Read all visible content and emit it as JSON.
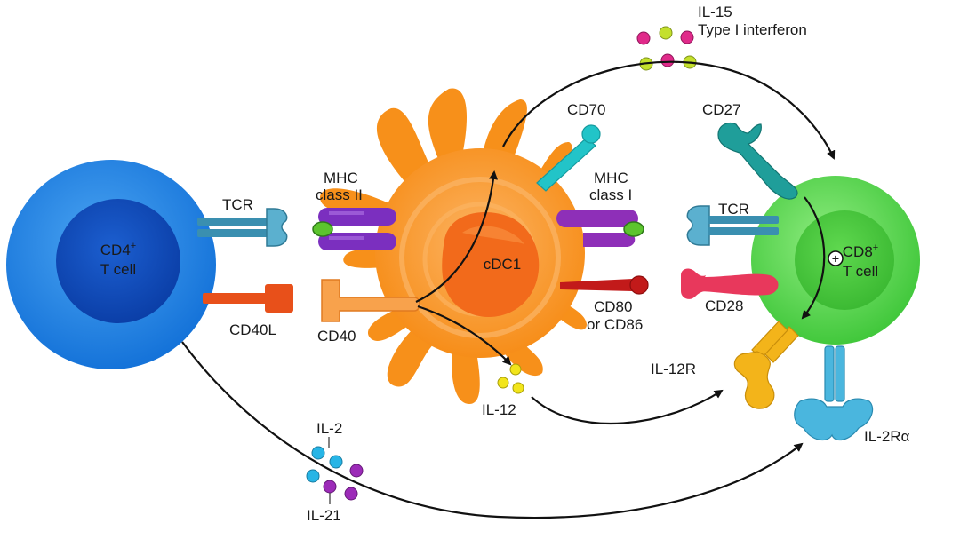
{
  "cells": {
    "cd4": {
      "label_main": "CD4",
      "label_sup": "+",
      "label_line2": "T cell"
    },
    "cdc1": {
      "label": "cDC1"
    },
    "cd8": {
      "label_main": "CD8",
      "label_sup": "+",
      "label_line2": "T cell"
    }
  },
  "molecules": {
    "tcr_cd4": "TCR",
    "mhc_class_ii_line1": "MHC",
    "mhc_class_ii_line2": "class II",
    "cd40l": "CD40L",
    "cd40": "CD40",
    "cd70": "CD70",
    "mhc_class_i_line1": "MHC",
    "mhc_class_i_line2": "class I",
    "cd80_line1": "CD80",
    "cd80_line2": "or CD86",
    "cd27": "CD27",
    "tcr_cd8": "TCR",
    "cd28": "CD28",
    "il12r": "IL-12R",
    "il2ra": "IL-2Rα",
    "plus_sign": "+"
  },
  "cytokines": {
    "il15": "IL-15",
    "type1_ifn": "Type I interferon",
    "il12": "IL-12",
    "il2": "IL-2",
    "il21": "IL-21"
  },
  "colors": {
    "cd4_cell": "#1f7fe0",
    "cd4_nucleus": "#0d47b8",
    "dc_body": "#f7921e",
    "dc_nucleus": "#f26a1b",
    "cd8_cell": "#5cd651",
    "mhc_ii": "#7b2fbf",
    "mhc_i": "#8e2fb8",
    "tcr": "#3a8fb0",
    "cd40l": "#e8501a",
    "cd40": "#f8a24c",
    "cd70": "#22c4c8",
    "cd80": "#c21a1a",
    "cd27": "#1f9e9a",
    "cd28": "#e8385c",
    "il12r": "#f3b41a",
    "il2ra": "#4ab6de",
    "il12_dot": "#f2e51b",
    "il2_dot": "#27b5e6",
    "il21_dot": "#9c2bb8",
    "il15_dot": "#e02a8a",
    "ifn_dot": "#c4e02c",
    "peptide": "#5cc42e"
  }
}
